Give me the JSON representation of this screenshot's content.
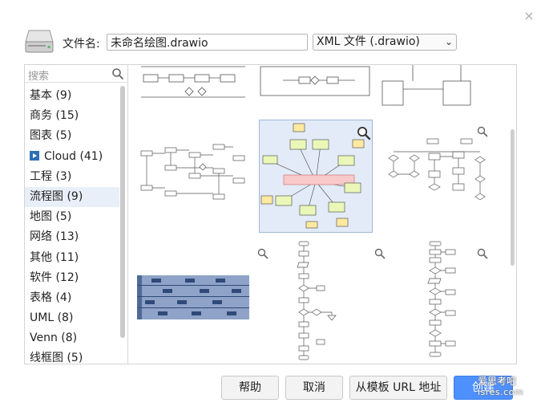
{
  "dialog": {
    "close_glyph": "×"
  },
  "file": {
    "name_label": "文件名:",
    "name_value": "未命名绘图.drawio",
    "type_value": "XML 文件 (.drawio)"
  },
  "sidebar": {
    "search_placeholder": "搜索",
    "categories": [
      {
        "label": "基本 (9)"
      },
      {
        "label": "商务 (15)"
      },
      {
        "label": "图表 (5)"
      },
      {
        "label": "Cloud (41)",
        "icon": "cloud-play-icon"
      },
      {
        "label": "工程 (3)"
      },
      {
        "label": "流程图 (9)",
        "selected": true
      },
      {
        "label": "地图 (5)"
      },
      {
        "label": "网络 (13)"
      },
      {
        "label": "其他 (11)"
      },
      {
        "label": "软件 (12)"
      },
      {
        "label": "表格 (4)"
      },
      {
        "label": "UML (8)"
      },
      {
        "label": "Venn (8)"
      },
      {
        "label": "线框图 (5)"
      }
    ]
  },
  "buttons": {
    "help": "帮助",
    "cancel": "取消",
    "from_template_url": "从模板 URL 地址",
    "create": "创建"
  },
  "watermark": {
    "line1": "爱思考吧",
    "line2": "isres.com"
  },
  "colors": {
    "accent": "#4d90fe",
    "selection_bg": "#e9eff8"
  }
}
